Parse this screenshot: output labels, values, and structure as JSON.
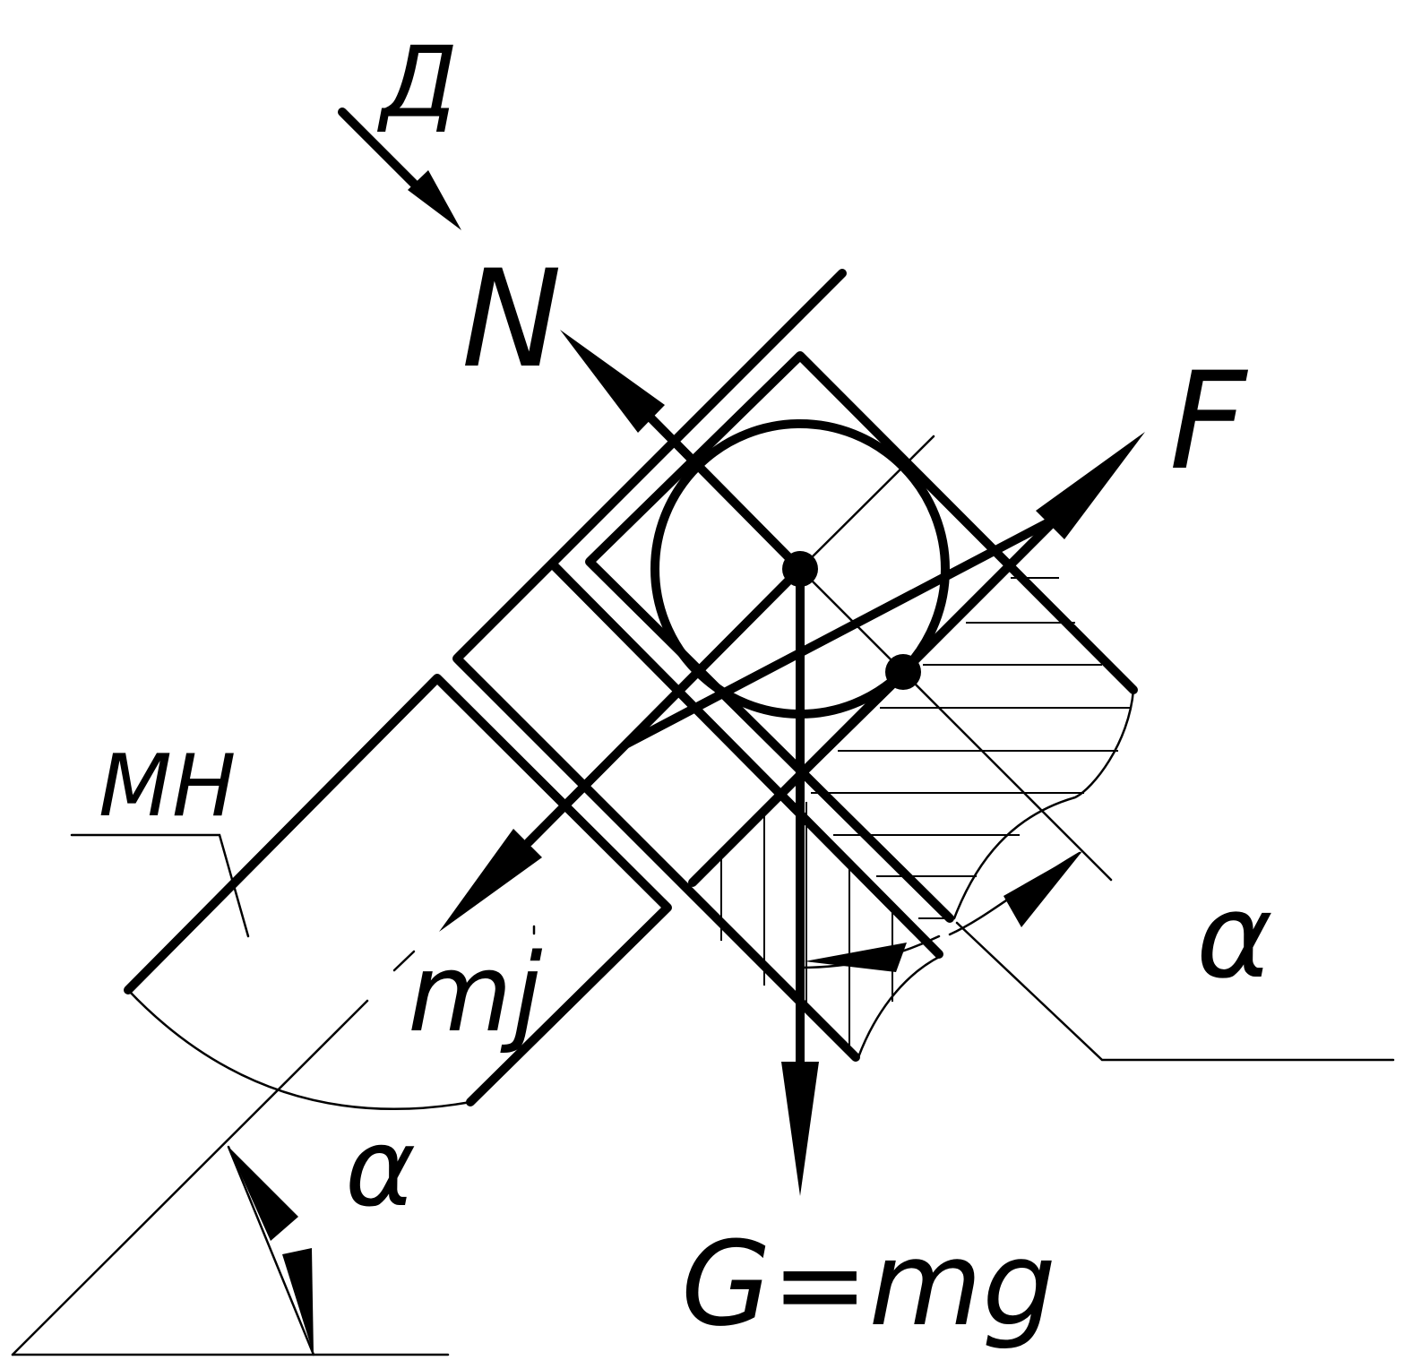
{
  "labels": {
    "d": "Д",
    "n": "N",
    "f": "F",
    "mn": "МН",
    "mj": "mj",
    "alpha_small": "α",
    "alpha_large": "α",
    "g": "G=mg"
  },
  "colors": {
    "ink": "#000000",
    "background": "#ffffff"
  }
}
